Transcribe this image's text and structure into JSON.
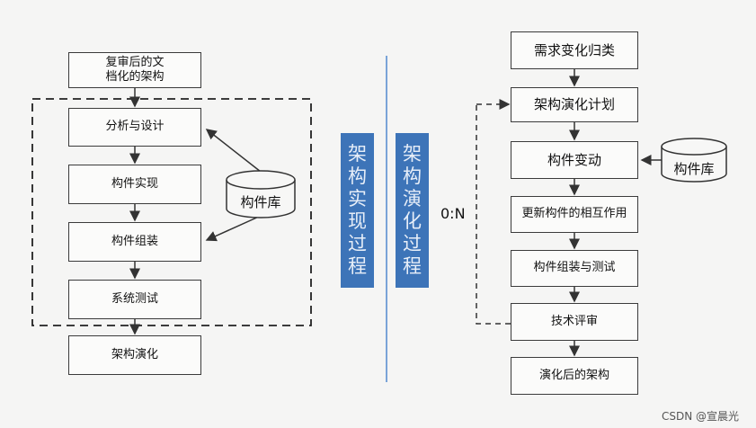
{
  "left_flow": {
    "input": "复审后的文\n档化的架构",
    "steps": [
      "分析与设计",
      "构件实现",
      "构件组装",
      "系统测试"
    ],
    "output": "架构演化",
    "library": "构件库"
  },
  "center": {
    "left_label": [
      "架",
      "构",
      "实",
      "现",
      "过",
      "程"
    ],
    "right_label": [
      "架",
      "构",
      "演",
      "化",
      "过",
      "程"
    ],
    "cardinality": "0:N"
  },
  "right_flow": {
    "steps": [
      "需求变化归类",
      "架构演化计划",
      "构件变动",
      "更新构件的相互作用",
      "构件组装与测试",
      "技术评审",
      "演化后的架构"
    ],
    "library": "构件库"
  },
  "watermark": "CSDN @宣晨光",
  "colors": {
    "label_bg": "#3d74b8",
    "divider": "#5b8fd0",
    "border": "#3b3b3b"
  }
}
